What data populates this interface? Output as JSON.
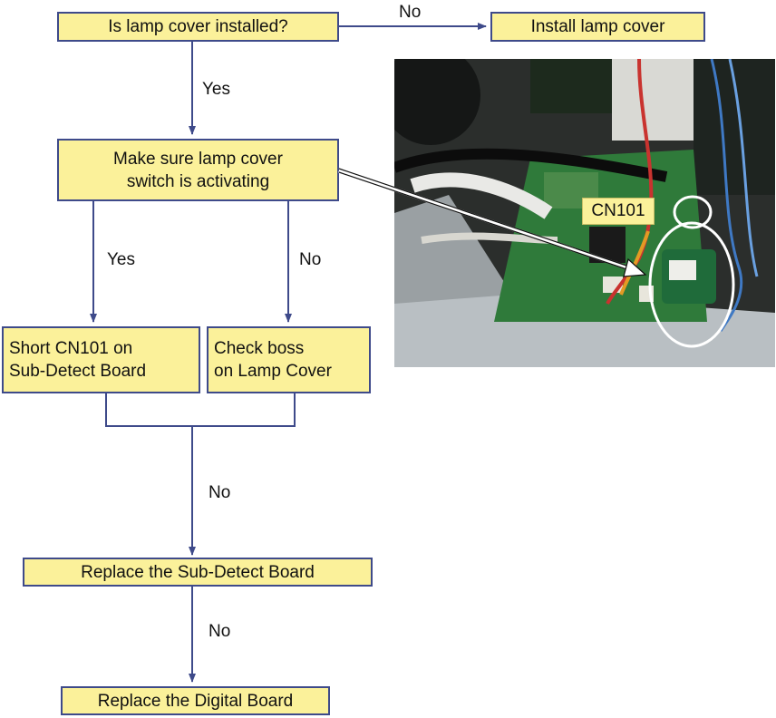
{
  "nodes": {
    "lamp_installed": "Is lamp cover installed?",
    "install_cover": "Install lamp cover",
    "switch_activating": "Make sure lamp cover\nswitch is activating",
    "short_cn101": "Short CN101 on\nSub-Detect Board",
    "check_boss": "Check boss\non Lamp Cover",
    "replace_subdetect": "Replace the Sub-Detect Board",
    "replace_digital": "Replace the Digital Board"
  },
  "edge_labels": {
    "no_install": "No",
    "yes_switch": "Yes",
    "yes_short": "Yes",
    "no_boss": "No",
    "no_replace_sub": "No",
    "no_replace_digital": "No"
  },
  "photo": {
    "connector_label": "CN101"
  },
  "colors": {
    "box_fill": "#fbf19a",
    "box_border": "#3e4a8a",
    "connector": "#3e4a8a"
  }
}
